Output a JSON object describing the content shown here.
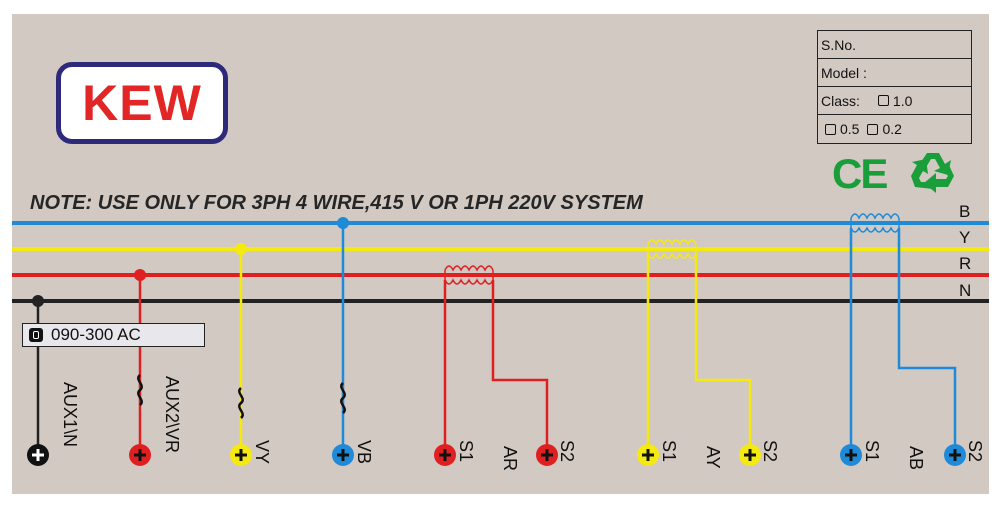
{
  "logo": {
    "text": "KEW"
  },
  "info_box": {
    "serial_label": "S.No.",
    "model_label": "Model :",
    "class_label": "Class:",
    "class_options": [
      "1.0",
      "0.5",
      "0.2"
    ]
  },
  "note": "NOTE: USE ONLY FOR 3PH 4 WIRE,415 V OR 1PH 220V SYSTEM",
  "phases": [
    "B",
    "Y",
    "R",
    "N"
  ],
  "aux_supply": "090-300 AC",
  "terminals": [
    {
      "label": "AUX1\\N",
      "color": "#111111"
    },
    {
      "label": "AUX2\\VR",
      "color": "#e02020"
    },
    {
      "label": "VY",
      "color": "#f5ea10"
    },
    {
      "label": "VB",
      "color": "#1e8ad8"
    },
    {
      "label": "S1",
      "color": "#e02020"
    },
    {
      "label": "S2",
      "color": "#e02020"
    },
    {
      "label": "S1",
      "color": "#f5ea10"
    },
    {
      "label": "S2",
      "color": "#f5ea10"
    },
    {
      "label": "S1",
      "color": "#1e8ad8"
    },
    {
      "label": "S2",
      "color": "#1e8ad8"
    }
  ],
  "ct_labels": [
    "AR",
    "AY",
    "AB"
  ],
  "colors": {
    "panel": "#d2c9c3",
    "blue": "#1e8ad8",
    "yellow": "#f5ea10",
    "red": "#e02020",
    "black": "#222222",
    "logo_red": "#e22626",
    "logo_border": "#2d2a7c",
    "ce_green": "#1a9e3a"
  },
  "marks": {
    "ce": "CE",
    "recycle_icon": "recycle-icon"
  }
}
